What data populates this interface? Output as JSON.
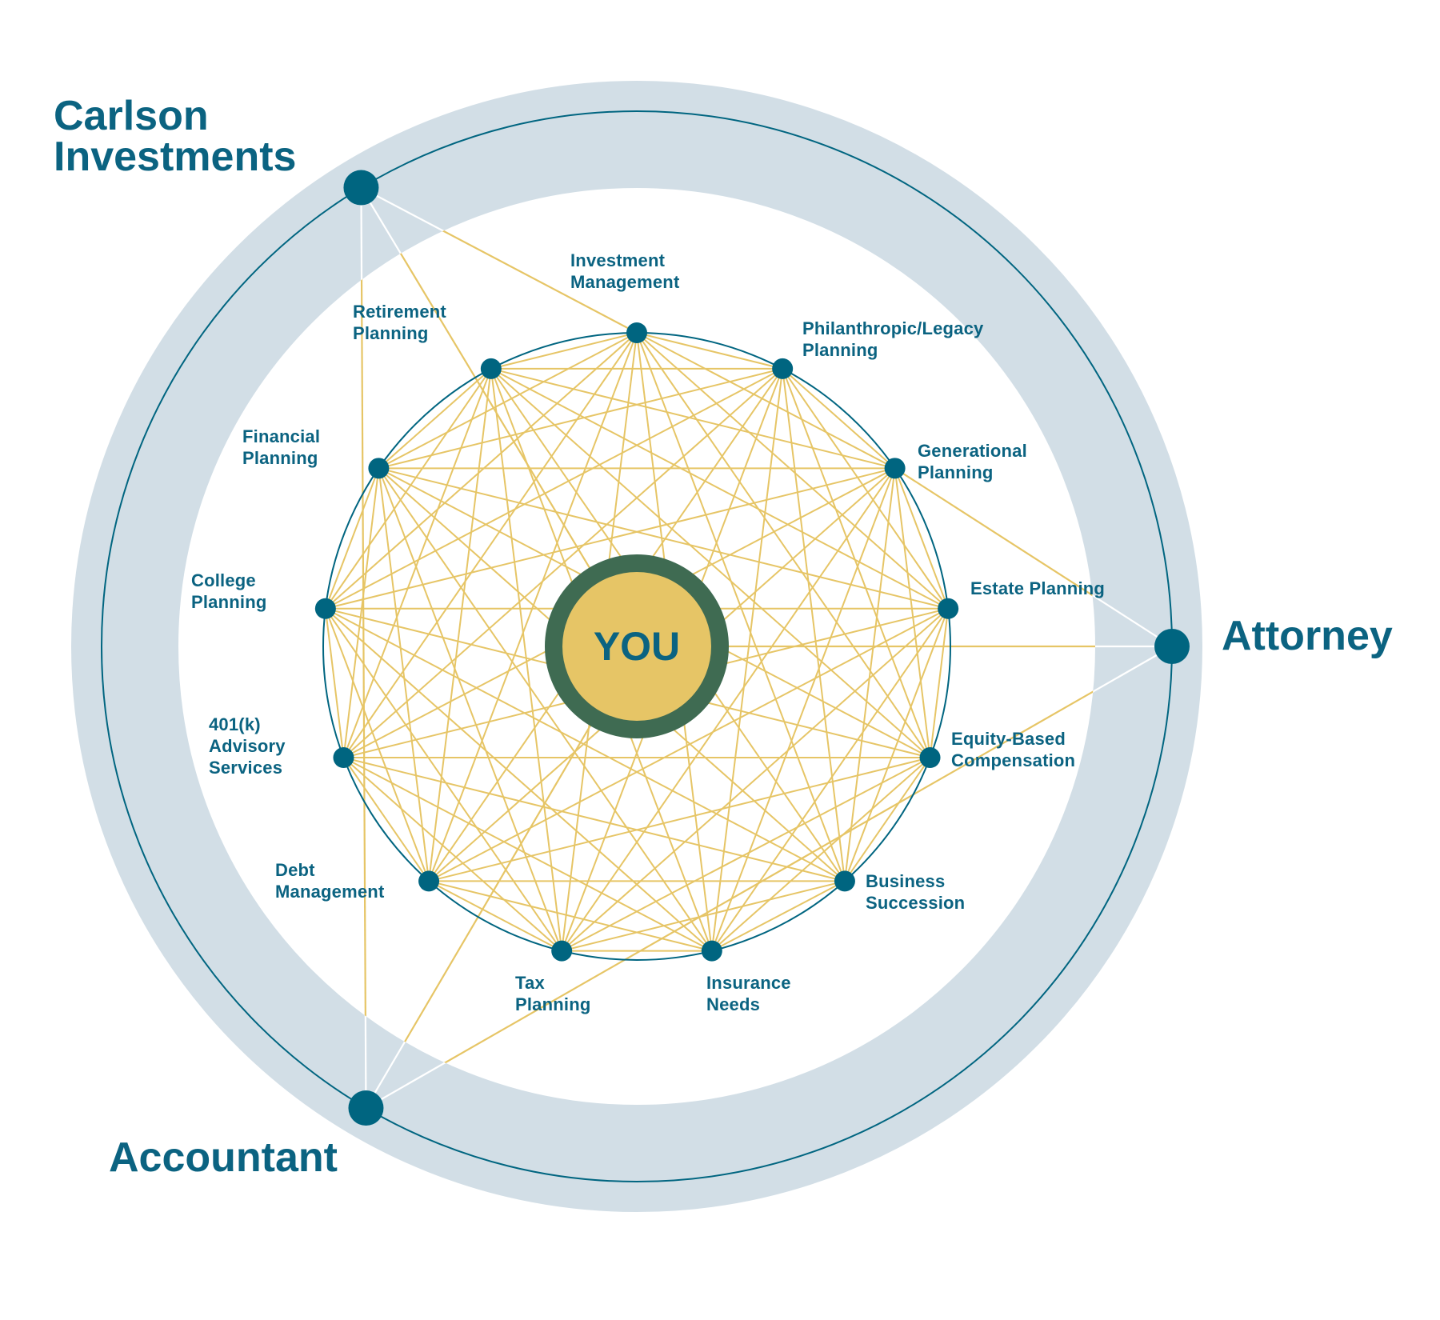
{
  "colors": {
    "band": "#d2dee6",
    "teal": "#006580",
    "edge": "#e6c566",
    "hub_ring": "#3f6b52",
    "hub_fill": "#e6c566",
    "white": "#ffffff"
  },
  "center": {
    "id": "you",
    "label": "YOU"
  },
  "services": [
    {
      "id": "investment",
      "label": "Investment\nManagement"
    },
    {
      "id": "philanthropic",
      "label": "Philanthropic/Legacy\nPlanning"
    },
    {
      "id": "generational",
      "label": "Generational\nPlanning"
    },
    {
      "id": "estate",
      "label": "Estate Planning"
    },
    {
      "id": "equity",
      "label": "Equity-Based\nCompensation"
    },
    {
      "id": "business",
      "label": "Business\nSuccession"
    },
    {
      "id": "insurance",
      "label": "Insurance\nNeeds"
    },
    {
      "id": "tax",
      "label": "Tax\nPlanning"
    },
    {
      "id": "debt",
      "label": "Debt\nManagement"
    },
    {
      "id": "k401",
      "label": "401(k)\nAdvisory\nServices"
    },
    {
      "id": "college",
      "label": "College\nPlanning"
    },
    {
      "id": "financial",
      "label": "Financial\nPlanning"
    },
    {
      "id": "retirement",
      "label": "Retirement\nPlanning"
    }
  ],
  "advisors": [
    {
      "id": "carlson",
      "label": "Carlson\nInvestments"
    },
    {
      "id": "attorney",
      "label": "Attorney"
    },
    {
      "id": "accountant",
      "label": "Accountant"
    }
  ],
  "connections": [
    [
      "carlson",
      "you"
    ],
    [
      "carlson",
      "investment"
    ],
    [
      "carlson",
      "accountant"
    ],
    [
      "attorney",
      "you"
    ],
    [
      "attorney",
      "generational"
    ],
    [
      "attorney",
      "accountant"
    ],
    [
      "accountant",
      "you"
    ]
  ]
}
